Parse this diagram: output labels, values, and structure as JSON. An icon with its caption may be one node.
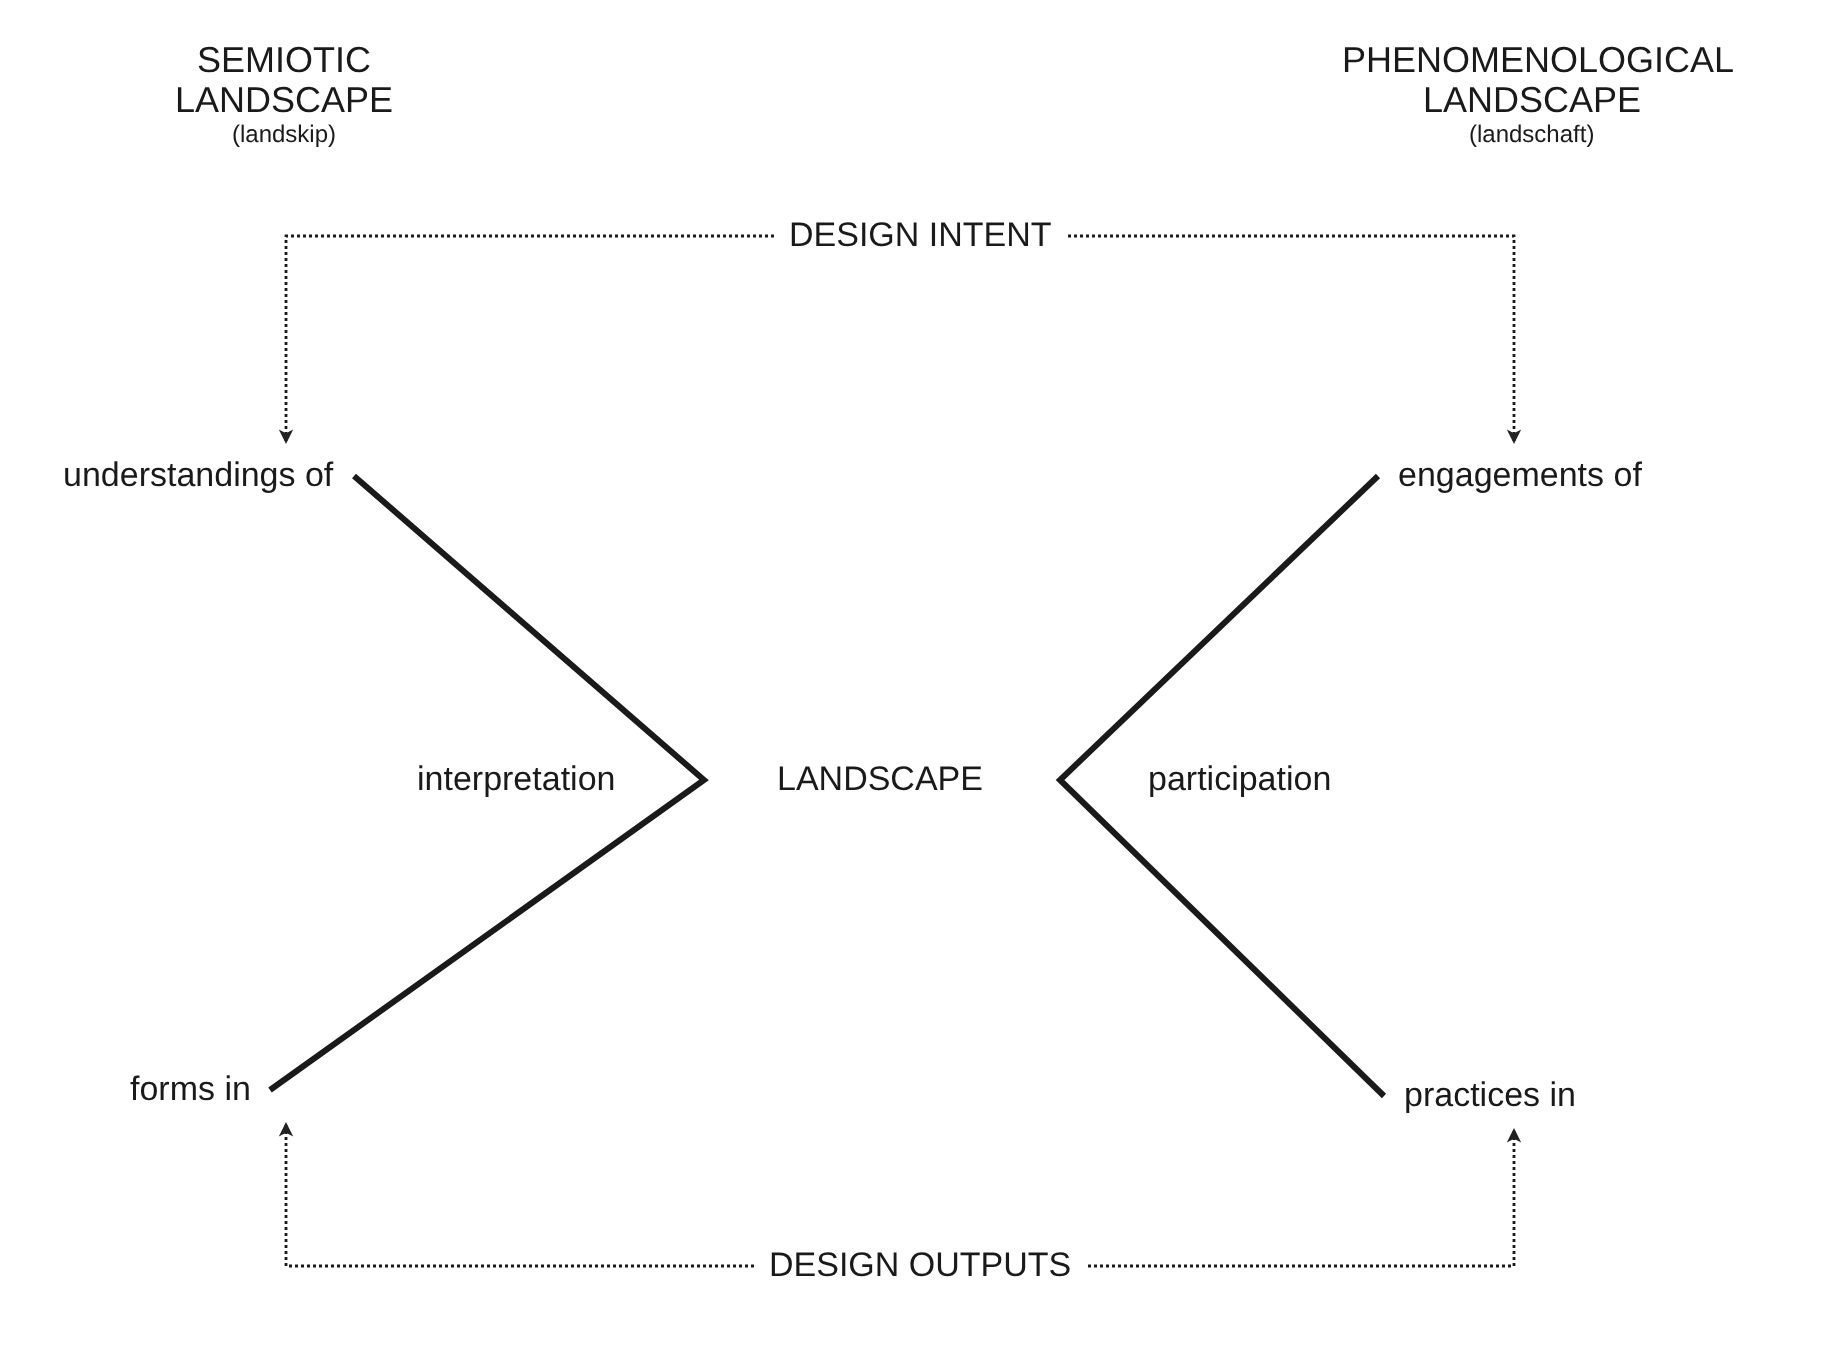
{
  "diagram": {
    "nodes": [
      {
        "text": [
          "DESIGN INTENT"
        ]
      },
      {
        "text": [
          "understandings of"
        ]
      },
      {
        "text": [
          "engagements of"
        ]
      },
      {
        "text": [
          "forms in"
        ]
      },
      {
        "text": [
          "practices in"
        ]
      },
      {
        "text": [
          "DESIGN OUTPUTS"
        ]
      }
    ],
    "edges": [
      {
        "from": 0,
        "to": 1,
        "arrow": "to",
        "style": "dashed"
      },
      {
        "from": 0,
        "to": 2,
        "arrow": "to",
        "style": "dashed"
      },
      {
        "from": 1,
        "to": 3,
        "arrow": "none",
        "style": "thick",
        "label": "interpretation"
      },
      {
        "from": 2,
        "to": 4,
        "arrow": "none",
        "style": "thick",
        "label": "participation"
      },
      {
        "from": 5,
        "to": 3,
        "arrow": "to",
        "style": "dashed"
      },
      {
        "from": 5,
        "to": 4,
        "arrow": "to",
        "style": "dashed"
      }
    ],
    "labels": [
      "SEMIOTIC LANDSCAPE",
      "(landskip)",
      "PHENOMENOLOGICAL LANDSCAPE",
      "(landschaft)",
      "LANDSCAPE"
    ]
  }
}
